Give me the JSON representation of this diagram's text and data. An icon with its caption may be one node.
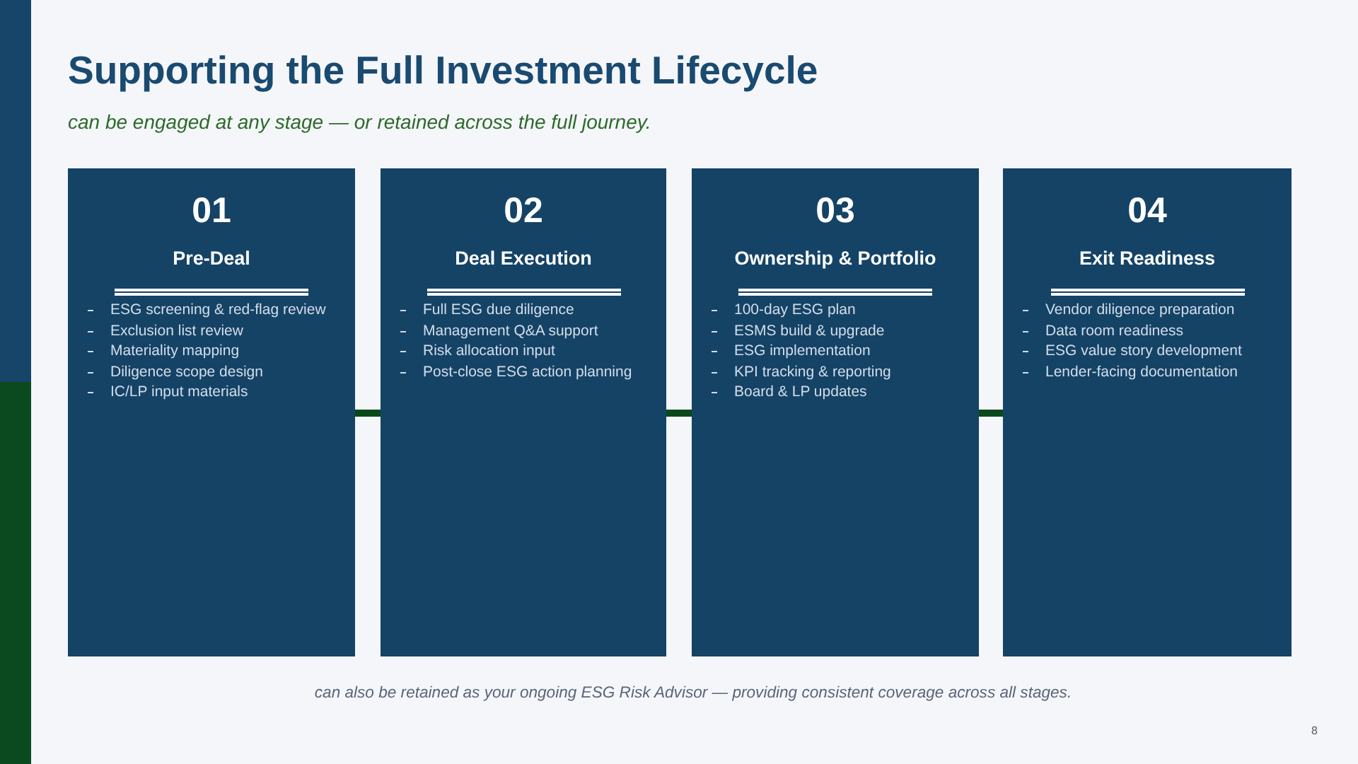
{
  "diagram": {
    "title": "Supporting the Full Investment Lifecycle",
    "caption": "can also be retained as your ongoing ESG Risk Advisor — providing consistent coverage across all stages.",
    "nodes": [
      {
        "text": [
          "01",
          "Pre-Deal",
          "ESG screening & red-flag review",
          "Exclusion list review",
          "Materiality mapping",
          "Diligence scope design",
          "IC/LP input materials"
        ]
      },
      {
        "text": [
          "02",
          "Deal Execution",
          "Full ESG due diligence",
          "Management Q&A support",
          "Risk allocation input",
          "Post-close ESG action planning"
        ]
      },
      {
        "text": [
          "03",
          "Ownership & Portfolio",
          "100-day ESG plan",
          "ESMS build & upgrade",
          "ESG implementation",
          "KPI tracking & reporting",
          "Board & LP updates"
        ]
      },
      {
        "text": [
          "04",
          "Exit Readiness",
          "Vendor diligence preparation",
          "Data room readiness",
          "ESG value story development",
          "Lender-facing documentation"
        ]
      }
    ],
    "edges": [
      {
        "from": 0,
        "to": 1,
        "arrow": "none"
      },
      {
        "from": 1,
        "to": 2,
        "arrow": "none"
      },
      {
        "from": 2,
        "to": 3,
        "arrow": "none"
      }
    ],
    "labels": [
      "can be engaged at any stage — or retained across the full journey.",
      "8"
    ]
  }
}
